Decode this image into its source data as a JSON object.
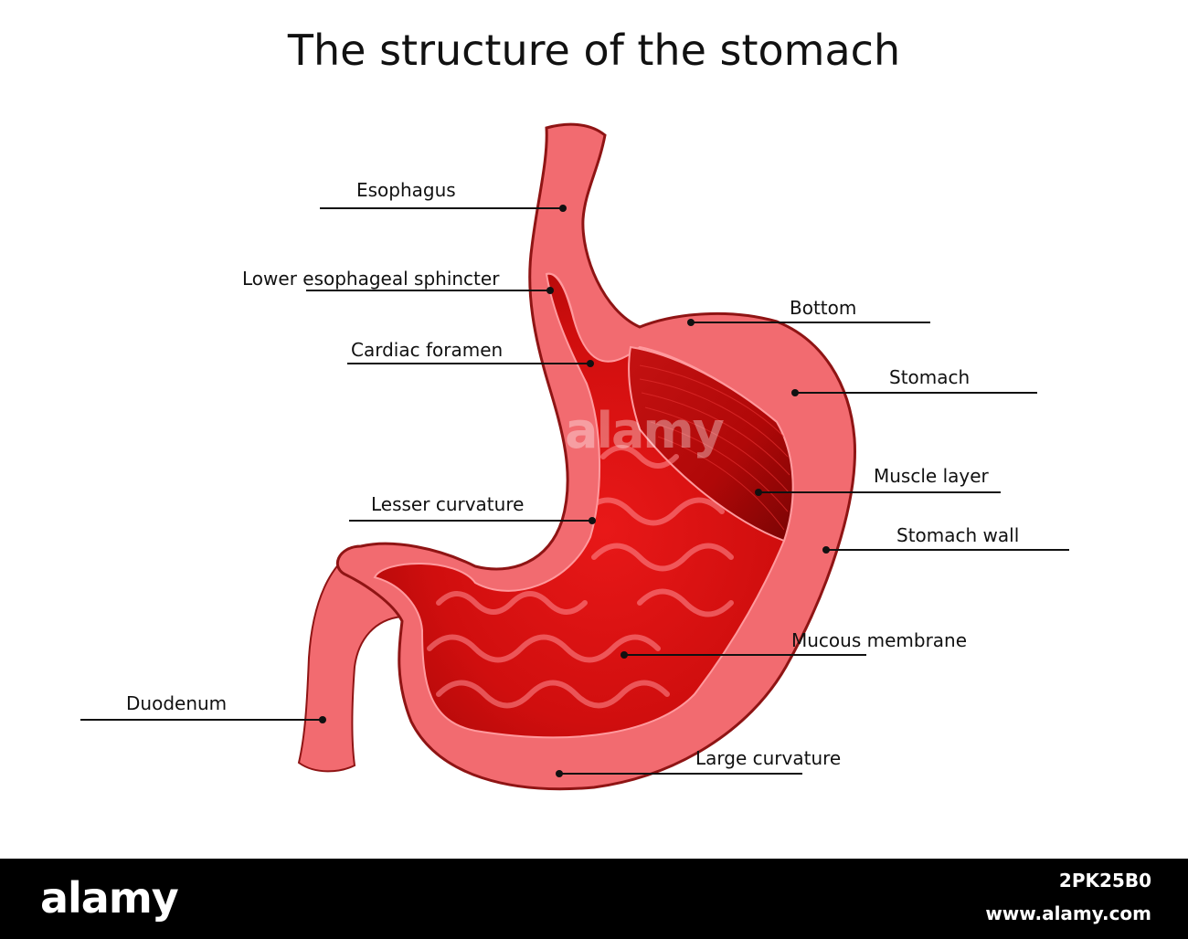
{
  "title": "The structure of the stomach",
  "labels": {
    "esophagus": "Esophagus",
    "lower_sphincter": "Lower esophageal sphincter",
    "cardiac_foramen": "Cardiac foramen",
    "lesser_curvature": "Lesser curvature",
    "duodenum": "Duodenum",
    "bottom": "Bottom",
    "stomach": "Stomach",
    "muscle_layer": "Muscle layer",
    "stomach_wall": "Stomach wall",
    "mucous_membrane": "Mucous membrane",
    "large_curvature": "Large curvature"
  },
  "watermark": "alamy",
  "footer": {
    "logo": "alamy",
    "image_id": "2PK25B0",
    "url": "www.alamy.com"
  },
  "colors": {
    "tissue": "#f26b70",
    "outline": "#8f1414",
    "lumen": "#d81010",
    "muscle": "#b80c0c",
    "fold_highlight": "#ff8f94"
  }
}
